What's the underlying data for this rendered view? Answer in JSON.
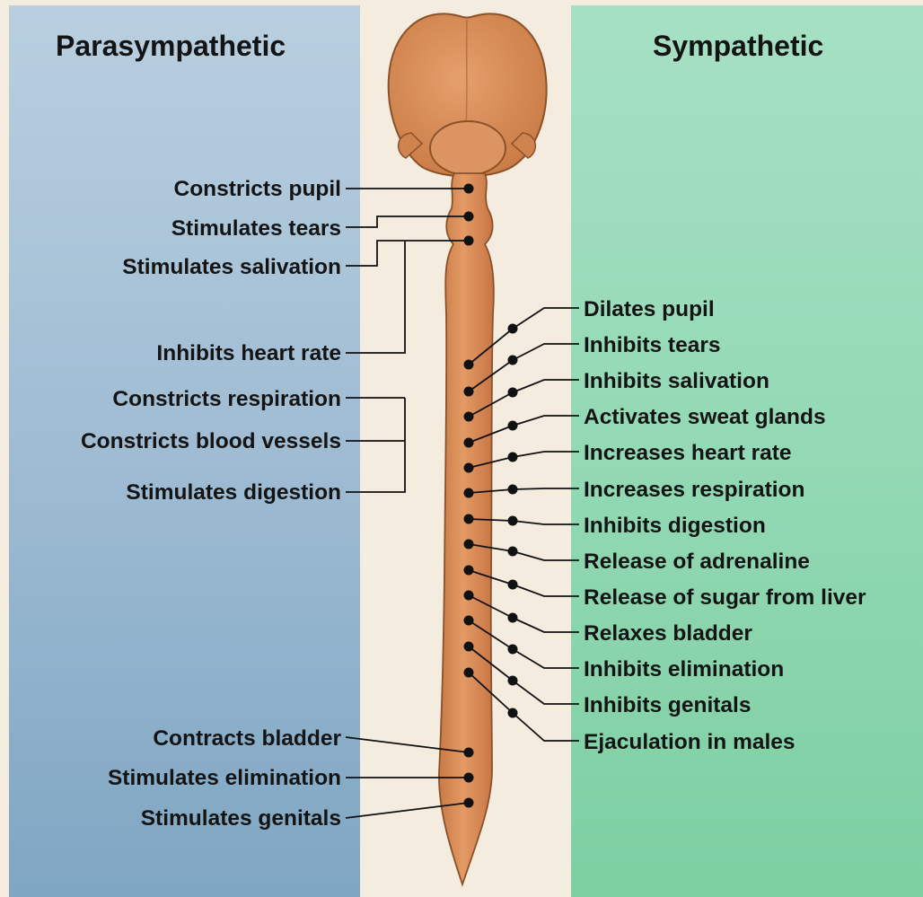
{
  "parasympathetic": {
    "title": "Parasympathetic",
    "panel_color": "#8fb0c9",
    "effects": [
      "Constricts pupil",
      "Stimulates tears",
      "Stimulates salivation",
      "Inhibits heart rate",
      "Constricts respiration",
      "Constricts blood vessels",
      "Stimulates digestion",
      "Contracts bladder",
      "Stimulates elimination",
      "Stimulates genitals"
    ]
  },
  "sympathetic": {
    "title": "Sympathetic",
    "panel_color": "#8fd6b0",
    "effects": [
      "Dilates pupil",
      "Inhibits tears",
      "Inhibits salivation",
      "Activates sweat glands",
      "Increases heart rate",
      "Increases respiration",
      "Inhibits digestion",
      "Release of adrenaline",
      "Release of sugar from liver",
      "Relaxes bladder",
      "Inhibits elimination",
      "Inhibits genitals",
      "Ejaculation in males"
    ]
  },
  "colors": {
    "nervous_system": "#d98a52",
    "background": "#f4ecdf",
    "text": "#141414"
  }
}
